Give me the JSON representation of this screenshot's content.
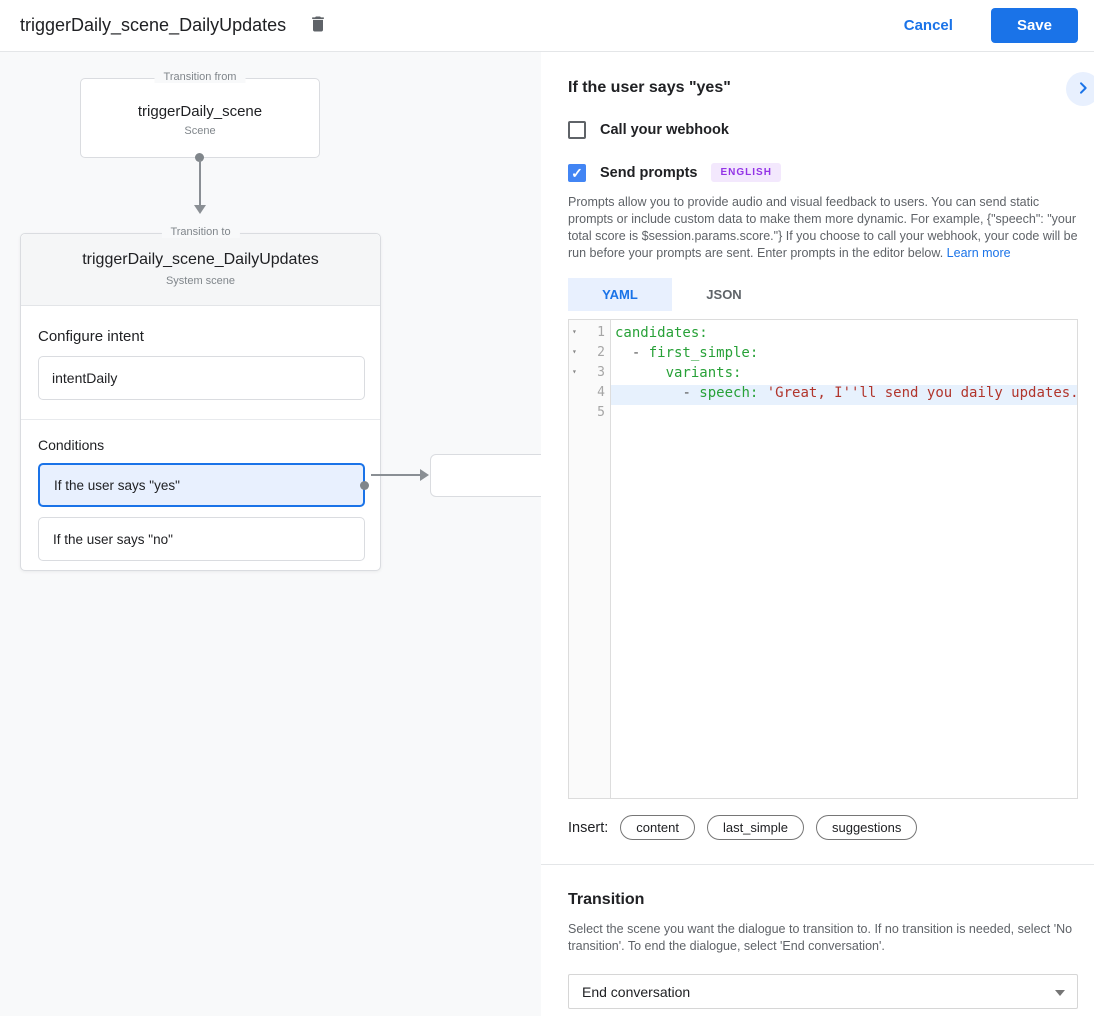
{
  "header": {
    "title": "triggerDaily_scene_DailyUpdates",
    "cancel_label": "Cancel",
    "save_label": "Save"
  },
  "diagram": {
    "from_box": {
      "legend": "Transition from",
      "title": "triggerDaily_scene",
      "subtitle": "Scene"
    },
    "to_box": {
      "legend": "Transition to",
      "title": "triggerDaily_scene_DailyUpdates",
      "subtitle": "System scene",
      "configure_intent_label": "Configure intent",
      "intent_value": "intentDaily",
      "conditions_label": "Conditions",
      "conditions": [
        {
          "label": "If the user says \"yes\""
        },
        {
          "label": "If the user says \"no\""
        }
      ]
    }
  },
  "panel": {
    "heading": "If the user says \"yes\"",
    "webhook_label": "Call your webhook",
    "prompts_label": "Send prompts",
    "language_badge": "ENGLISH",
    "checkmark": "✓",
    "description": "Prompts allow you to provide audio and visual feedback to users. You can send static prompts or include custom data to make them more dynamic. For example, {\"speech\": \"your total score is $session.params.score.\"} If you choose to call your webhook, your code will be run before your prompts are sent. Enter prompts in the editor below. ",
    "learn_more": "Learn more",
    "tabs": [
      {
        "label": "YAML"
      },
      {
        "label": "JSON"
      }
    ],
    "editor": {
      "lines": [
        {
          "num": "1",
          "fold": "▾",
          "indent": "",
          "meta": "",
          "key": "candidates:",
          "sep": "",
          "str": ""
        },
        {
          "num": "2",
          "fold": "▾",
          "indent": "  ",
          "meta": "- ",
          "key": "first_simple:",
          "sep": "",
          "str": ""
        },
        {
          "num": "3",
          "fold": "▾",
          "indent": "      ",
          "meta": "",
          "key": "variants:",
          "sep": "",
          "str": ""
        },
        {
          "num": "4",
          "fold": "",
          "indent": "        ",
          "meta": "- ",
          "key": "speech:",
          "sep": " ",
          "str": "'Great, I''ll send you daily updates.'"
        },
        {
          "num": "5",
          "fold": "",
          "indent": "",
          "meta": "",
          "key": "",
          "sep": "",
          "str": ""
        }
      ]
    },
    "insert_label": "Insert:",
    "insert_chips": [
      "content",
      "last_simple",
      "suggestions"
    ],
    "transition": {
      "heading": "Transition",
      "description": "Select the scene you want the dialogue to transition to. If no transition is needed, select 'No transition'. To end the dialogue, select 'End conversation'.",
      "selected_value": "End conversation"
    }
  }
}
